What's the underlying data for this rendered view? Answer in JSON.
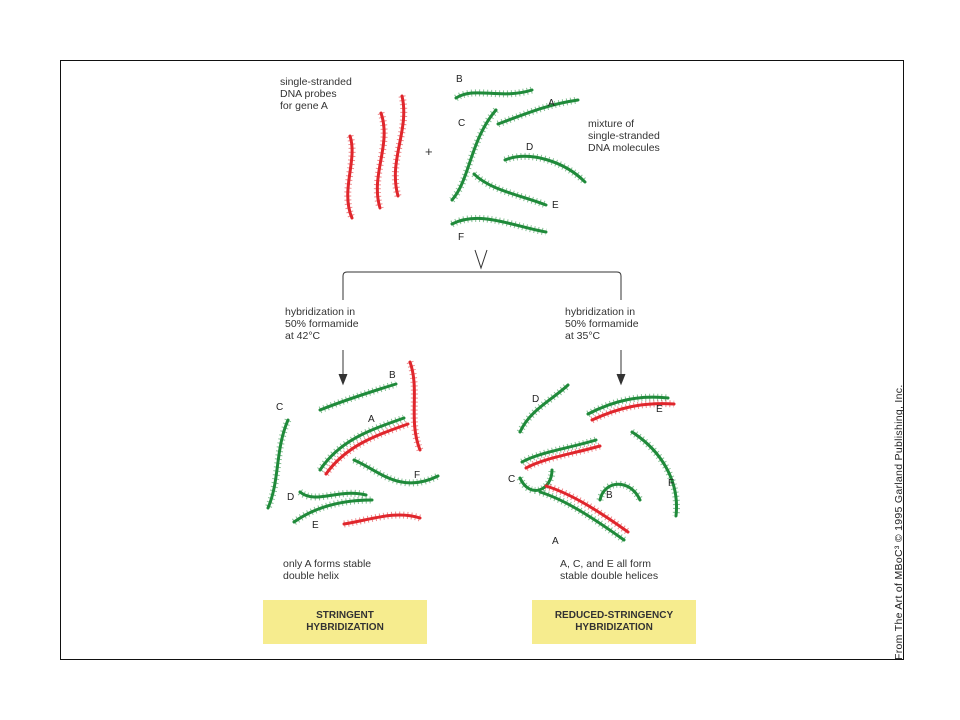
{
  "top": {
    "probes_label": "single-stranded\nDNA probes\nfor gene A",
    "plus_sign": "+",
    "mixture_label": "mixture of\nsingle-stranded\nDNA molecules"
  },
  "letters": [
    "A",
    "B",
    "C",
    "D",
    "E",
    "F"
  ],
  "left_branch": {
    "condition": "hybridization in\n50% formamide\nat 42°C",
    "result": "only A forms stable\ndouble helix",
    "box_label": "STRINGENT\nHYBRIDIZATION"
  },
  "right_branch": {
    "condition": "hybridization in\n50% formamide\nat 35°C",
    "result": "A, C, and E all form\nstable double helices",
    "box_label": "REDUCED-STRINGENCY\nHYBRIDIZATION"
  },
  "credit": "From The Art of MBoC³ © 1995 Garland Publishing, Inc.",
  "colors": {
    "probe": "#e0262c",
    "strand": "#1f8a3a",
    "box": "#f6ec8e",
    "border": "#111111"
  }
}
